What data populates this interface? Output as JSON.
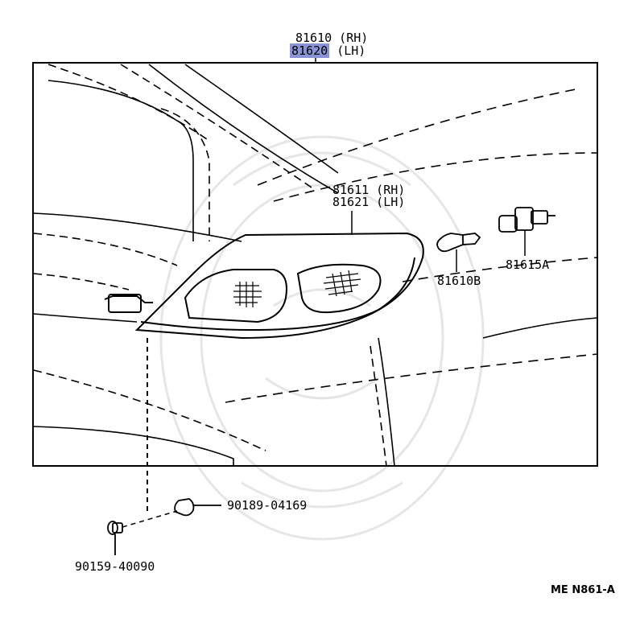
{
  "assembly": {
    "part_rh": "81610 (RH)",
    "part_lh": "81620",
    "part_lh_suffix": "(LH)"
  },
  "lens": {
    "part_rh": "81611 (RH)",
    "part_lh": "81621 (LH)"
  },
  "bulb": {
    "part": "81610B"
  },
  "socket": {
    "part": "81615A"
  },
  "clip": {
    "part": "90189-04169"
  },
  "screw": {
    "part": "90159-40090"
  },
  "ref_code": "ME N861-A",
  "colors": {
    "highlight": "#8a93d6",
    "ink": "#000000",
    "watermark": "#e6e6e6"
  }
}
